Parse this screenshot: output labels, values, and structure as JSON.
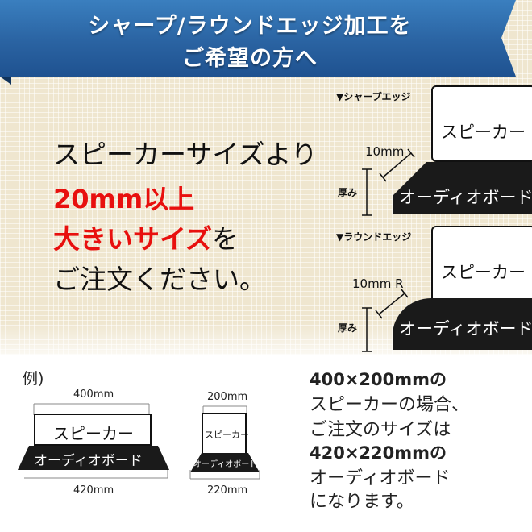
{
  "banner": {
    "line1": "シャープ/ラウンドエッジ加工を",
    "line2": "ご希望の方へ"
  },
  "message": {
    "line1": "スピーカーサイズより",
    "line2": "20mm以上",
    "line3_red": "大きいサイズ",
    "line3_tail": "を",
    "line4": "ご注文ください。"
  },
  "sharp": {
    "title": "▼シャープエッジ",
    "speaker": "スピーカー",
    "board": "オーディオボード",
    "dimension": "10mm",
    "thickness": "厚み"
  },
  "round": {
    "title": "▼ラウンドエッジ",
    "speaker": "スピーカー",
    "board": "オーディオボード",
    "dimension": "10mm R",
    "thickness": "厚み"
  },
  "example": {
    "label": "例)",
    "large": {
      "top": "400mm",
      "bottom": "420mm",
      "speaker": "スピーカー",
      "board": "オーディオボード"
    },
    "small": {
      "top": "200mm",
      "bottom": "220mm",
      "speaker": "スピーカー",
      "board": "オーディオボード"
    }
  },
  "explanation": {
    "line1": "400×200mmの",
    "line2": "スピーカーの場合、",
    "line3": "ご注文のサイズは",
    "line4": "420×220mmの",
    "line5": "オーディオボード",
    "line6": "になります。"
  }
}
